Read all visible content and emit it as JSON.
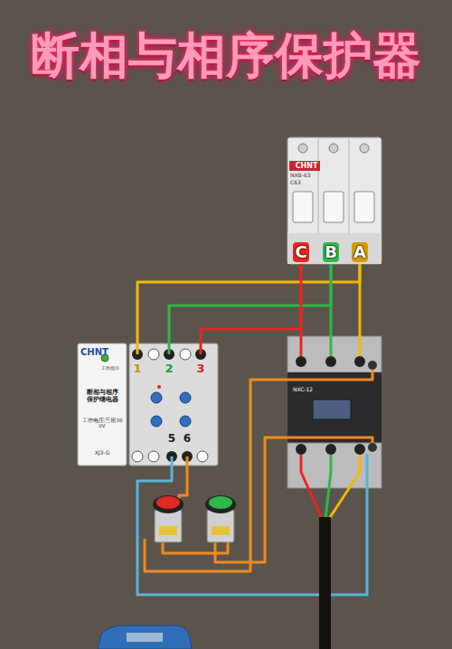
{
  "diagram": {
    "title": "断相与相序保护器",
    "nodes": [
      {
        "text": [
          "CHNT",
          "NXB-63",
          "C63"
        ]
      },
      {
        "text": [
          "CHNT",
          "工作指示",
          "断相与相序 保护继电器",
          "工作电压:三相380V",
          "XJ3-G"
        ]
      },
      {
        "text": [
          "1",
          "2",
          "3",
          "5",
          "6"
        ]
      },
      {
        "text": [
          "NXC-12"
        ]
      }
    ],
    "edges": [
      {
        "from": 0,
        "to": 3,
        "arrow": "none"
      },
      {
        "from": 0,
        "to": 3,
        "arrow": "none"
      },
      {
        "from": 0,
        "to": 3,
        "arrow": "none"
      },
      {
        "from": 0,
        "to": 2,
        "arrow": "none"
      },
      {
        "from": 0,
        "to": 2,
        "arrow": "none"
      },
      {
        "from": 0,
        "to": 2,
        "arrow": "none"
      }
    ],
    "labels": [
      "C",
      "B",
      "A"
    ]
  }
}
